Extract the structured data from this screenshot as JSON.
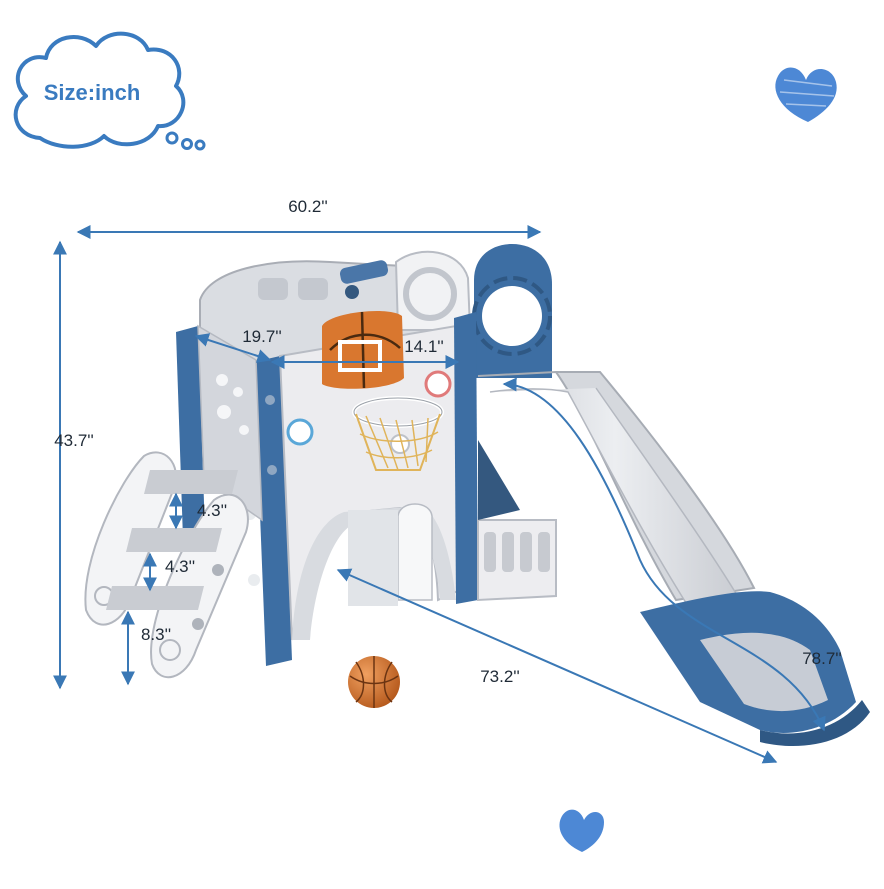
{
  "badge": {
    "label": "Size:inch"
  },
  "dimensions": {
    "overall_width": "60.2''",
    "overall_height": "43.7''",
    "platform_depth": "19.7''",
    "platform_width": "14.1''",
    "step_gap_upper": "4.3''",
    "step_gap_lower": "4.3''",
    "bottom_step_height": "8.3''",
    "overall_length": "73.2''",
    "slide_length": "78.7''"
  },
  "colors": {
    "dimension_line": "#3a78b5",
    "accent_blue": "#3d6ea3",
    "dark_blue": "#34587f",
    "light_grey": "#dadde2",
    "mid_grey": "#c4c8cf",
    "white_plastic": "#f3f4f6",
    "basketball_orange": "#d9772f",
    "net_gold": "#e0b45a"
  },
  "icons": [
    "cloud-badge-icon",
    "heart-doodle-icon"
  ]
}
